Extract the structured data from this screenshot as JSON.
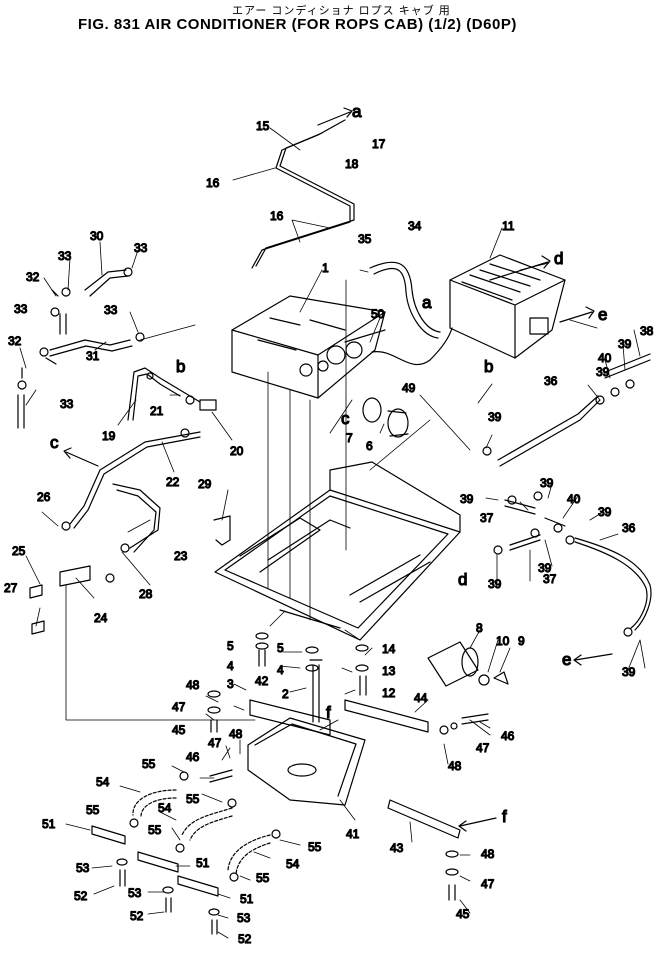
{
  "header": {
    "japanese_title": "エアー コンディショナ  ロプス キャブ 用",
    "figure_title": "FIG. 831  AIR  CONDITIONER  (FOR  ROPS  CAB)  (1/2)  (D60P)"
  },
  "callouts": [
    {
      "id": "c-1",
      "text": "1"
    },
    {
      "id": "c-2",
      "text": "2"
    },
    {
      "id": "c-3",
      "text": "3"
    },
    {
      "id": "c-4a",
      "text": "4"
    },
    {
      "id": "c-4b",
      "text": "4"
    },
    {
      "id": "c-5a",
      "text": "5"
    },
    {
      "id": "c-5b",
      "text": "5"
    },
    {
      "id": "c-6",
      "text": "6"
    },
    {
      "id": "c-7",
      "text": "7"
    },
    {
      "id": "c-8",
      "text": "8"
    },
    {
      "id": "c-9",
      "text": "9"
    },
    {
      "id": "c-10",
      "text": "10"
    },
    {
      "id": "c-11",
      "text": "11"
    },
    {
      "id": "c-12",
      "text": "12"
    },
    {
      "id": "c-13",
      "text": "13"
    },
    {
      "id": "c-14",
      "text": "14"
    },
    {
      "id": "c-15",
      "text": "15"
    },
    {
      "id": "c-16a",
      "text": "16"
    },
    {
      "id": "c-16b",
      "text": "16"
    },
    {
      "id": "c-17",
      "text": "17"
    },
    {
      "id": "c-18",
      "text": "18"
    },
    {
      "id": "c-19",
      "text": "19"
    },
    {
      "id": "c-20",
      "text": "20"
    },
    {
      "id": "c-21",
      "text": "21"
    },
    {
      "id": "c-22",
      "text": "22"
    },
    {
      "id": "c-23",
      "text": "23"
    },
    {
      "id": "c-24",
      "text": "24"
    },
    {
      "id": "c-25",
      "text": "25"
    },
    {
      "id": "c-26",
      "text": "26"
    },
    {
      "id": "c-27",
      "text": "27"
    },
    {
      "id": "c-28",
      "text": "28"
    },
    {
      "id": "c-29",
      "text": "29"
    },
    {
      "id": "c-30",
      "text": "30"
    },
    {
      "id": "c-31",
      "text": "31"
    },
    {
      "id": "c-32a",
      "text": "32"
    },
    {
      "id": "c-32b",
      "text": "32"
    },
    {
      "id": "c-33a",
      "text": "33"
    },
    {
      "id": "c-33b",
      "text": "33"
    },
    {
      "id": "c-33c",
      "text": "33"
    },
    {
      "id": "c-33d",
      "text": "33"
    },
    {
      "id": "c-33e",
      "text": "33"
    },
    {
      "id": "c-34",
      "text": "34"
    },
    {
      "id": "c-35",
      "text": "35"
    },
    {
      "id": "c-36a",
      "text": "36"
    },
    {
      "id": "c-36b",
      "text": "36"
    },
    {
      "id": "c-37a",
      "text": "37"
    },
    {
      "id": "c-37b",
      "text": "37"
    },
    {
      "id": "c-38",
      "text": "38"
    },
    {
      "id": "c-39a",
      "text": "39"
    },
    {
      "id": "c-39b",
      "text": "39"
    },
    {
      "id": "c-39c",
      "text": "39"
    },
    {
      "id": "c-39d",
      "text": "39"
    },
    {
      "id": "c-39e",
      "text": "39"
    },
    {
      "id": "c-39f",
      "text": "39"
    },
    {
      "id": "c-39g",
      "text": "39"
    },
    {
      "id": "c-39h",
      "text": "39"
    },
    {
      "id": "c-39i",
      "text": "39"
    },
    {
      "id": "c-40a",
      "text": "40"
    },
    {
      "id": "c-40b",
      "text": "40"
    },
    {
      "id": "c-41",
      "text": "41"
    },
    {
      "id": "c-42",
      "text": "42"
    },
    {
      "id": "c-43",
      "text": "43"
    },
    {
      "id": "c-44",
      "text": "44"
    },
    {
      "id": "c-45a",
      "text": "45"
    },
    {
      "id": "c-45b",
      "text": "45"
    },
    {
      "id": "c-46a",
      "text": "46"
    },
    {
      "id": "c-46b",
      "text": "46"
    },
    {
      "id": "c-47a",
      "text": "47"
    },
    {
      "id": "c-47b",
      "text": "47"
    },
    {
      "id": "c-47c",
      "text": "47"
    },
    {
      "id": "c-47d",
      "text": "47"
    },
    {
      "id": "c-48a",
      "text": "48"
    },
    {
      "id": "c-48b",
      "text": "48"
    },
    {
      "id": "c-48c",
      "text": "48"
    },
    {
      "id": "c-48d",
      "text": "48"
    },
    {
      "id": "c-49",
      "text": "49"
    },
    {
      "id": "c-50",
      "text": "50"
    },
    {
      "id": "c-51a",
      "text": "51"
    },
    {
      "id": "c-51b",
      "text": "51"
    },
    {
      "id": "c-51c",
      "text": "51"
    },
    {
      "id": "c-52a",
      "text": "52"
    },
    {
      "id": "c-52b",
      "text": "52"
    },
    {
      "id": "c-52c",
      "text": "52"
    },
    {
      "id": "c-53a",
      "text": "53"
    },
    {
      "id": "c-53b",
      "text": "53"
    },
    {
      "id": "c-53c",
      "text": "53"
    },
    {
      "id": "c-54a",
      "text": "54"
    },
    {
      "id": "c-54b",
      "text": "54"
    },
    {
      "id": "c-54c",
      "text": "54"
    },
    {
      "id": "c-55a",
      "text": "55"
    },
    {
      "id": "c-55b",
      "text": "55"
    },
    {
      "id": "c-55c",
      "text": "55"
    },
    {
      "id": "c-55d",
      "text": "55"
    },
    {
      "id": "c-55e",
      "text": "55"
    },
    {
      "id": "c-55f",
      "text": "55"
    }
  ],
  "references": [
    {
      "id": "r-a1",
      "text": "a"
    },
    {
      "id": "r-a2",
      "text": "a"
    },
    {
      "id": "r-b1",
      "text": "b"
    },
    {
      "id": "r-b2",
      "text": "b"
    },
    {
      "id": "r-c1",
      "text": "c"
    },
    {
      "id": "r-c2",
      "text": "c"
    },
    {
      "id": "r-d1",
      "text": "d"
    },
    {
      "id": "r-d2",
      "text": "d"
    },
    {
      "id": "r-e1",
      "text": "e"
    },
    {
      "id": "r-e2",
      "text": "e"
    },
    {
      "id": "r-f1",
      "text": "f"
    },
    {
      "id": "r-f2",
      "text": "f"
    }
  ]
}
